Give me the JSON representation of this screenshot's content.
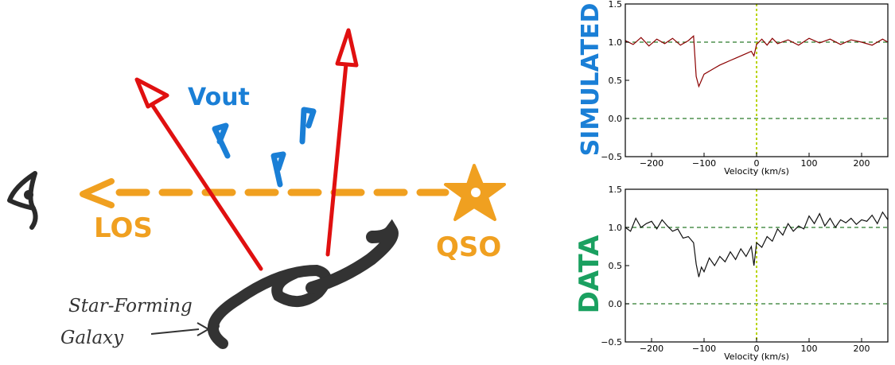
{
  "sketch": {
    "labels": {
      "vout": "Vout",
      "los": "LOS",
      "qso": "QSO",
      "galaxy_line1": "Star-Forming",
      "galaxy_line2": "Galaxy"
    },
    "colors": {
      "outflow_arrows": "#e01010",
      "velocity_arrows": "#1a7fd6",
      "line_of_sight": "#f0a020",
      "galaxy": "#333333",
      "eye": "#2a2a2a"
    },
    "icons": [
      "eye-icon",
      "star-icon",
      "galaxy-spiral"
    ]
  },
  "panel_labels": {
    "top": "SIMULATED",
    "bottom": "DATA",
    "top_color": "#1a7fd6",
    "bottom_color": "#1aa060"
  },
  "chart_data": [
    {
      "type": "line",
      "xlabel": "Velocity (km/s)",
      "ylabel": "",
      "xlim": [
        -250,
        250
      ],
      "ylim": [
        -0.5,
        1.5
      ],
      "xticks": [
        -200,
        -100,
        0,
        100,
        200
      ],
      "yticks": [
        -0.5,
        0.0,
        0.5,
        1.0,
        1.5
      ],
      "xtick_labels": [
        "−200",
        "−100",
        "0",
        "100",
        "200"
      ],
      "ytick_labels": [
        "−0.5",
        "0.0",
        "0.5",
        "1.0",
        "1.5"
      ],
      "reference_lines": {
        "y": [
          1.0,
          0.0
        ],
        "x": [
          0
        ]
      },
      "series": [
        {
          "color": "#8b0000",
          "x": [
            -250,
            -235,
            -220,
            -205,
            -190,
            -175,
            -160,
            -145,
            -130,
            -120,
            -115,
            -110,
            -105,
            -100,
            -90,
            -80,
            -70,
            -60,
            -50,
            -40,
            -30,
            -20,
            -10,
            -5,
            0,
            10,
            20,
            30,
            40,
            60,
            80,
            100,
            120,
            140,
            160,
            180,
            200,
            220,
            240,
            250
          ],
          "y": [
            1.02,
            0.97,
            1.06,
            0.95,
            1.04,
            0.98,
            1.05,
            0.96,
            1.02,
            1.08,
            0.55,
            0.42,
            0.5,
            0.58,
            0.62,
            0.66,
            0.7,
            0.73,
            0.76,
            0.79,
            0.82,
            0.85,
            0.88,
            0.82,
            0.97,
            1.04,
            0.96,
            1.05,
            0.98,
            1.03,
            0.96,
            1.05,
            0.99,
            1.04,
            0.97,
            1.03,
            1.0,
            0.96,
            1.04,
            1.0
          ]
        }
      ]
    },
    {
      "type": "line",
      "xlabel": "Velocity (km/s)",
      "ylabel": "",
      "xlim": [
        -250,
        250
      ],
      "ylim": [
        -0.5,
        1.5
      ],
      "xticks": [
        -200,
        -100,
        0,
        100,
        200
      ],
      "yticks": [
        -0.5,
        0.0,
        0.5,
        1.0,
        1.5
      ],
      "xtick_labels": [
        "−200",
        "−100",
        "0",
        "100",
        "200"
      ],
      "ytick_labels": [
        "−0.5",
        "0.0",
        "0.5",
        "1.0",
        "1.5"
      ],
      "reference_lines": {
        "y": [
          1.0,
          0.0
        ],
        "x": [
          0
        ]
      },
      "series": [
        {
          "color": "#111111",
          "x": [
            -250,
            -240,
            -230,
            -220,
            -210,
            -200,
            -190,
            -180,
            -170,
            -160,
            -150,
            -140,
            -130,
            -120,
            -115,
            -110,
            -105,
            -100,
            -90,
            -80,
            -70,
            -60,
            -50,
            -40,
            -30,
            -20,
            -10,
            -5,
            0,
            10,
            20,
            30,
            40,
            50,
            60,
            70,
            80,
            90,
            100,
            110,
            120,
            130,
            140,
            150,
            160,
            170,
            180,
            190,
            200,
            210,
            220,
            230,
            240,
            250
          ],
          "y": [
            1.0,
            0.95,
            1.12,
            1.0,
            1.05,
            1.08,
            0.98,
            1.1,
            1.02,
            0.95,
            0.98,
            0.86,
            0.88,
            0.8,
            0.52,
            0.35,
            0.48,
            0.42,
            0.6,
            0.5,
            0.62,
            0.55,
            0.68,
            0.58,
            0.72,
            0.62,
            0.75,
            0.5,
            0.8,
            0.74,
            0.88,
            0.82,
            0.98,
            0.9,
            1.05,
            0.95,
            1.02,
            0.98,
            1.15,
            1.05,
            1.18,
            1.02,
            1.12,
            1.0,
            1.1,
            1.06,
            1.12,
            1.04,
            1.1,
            1.08,
            1.16,
            1.05,
            1.2,
            1.1
          ]
        }
      ]
    }
  ]
}
